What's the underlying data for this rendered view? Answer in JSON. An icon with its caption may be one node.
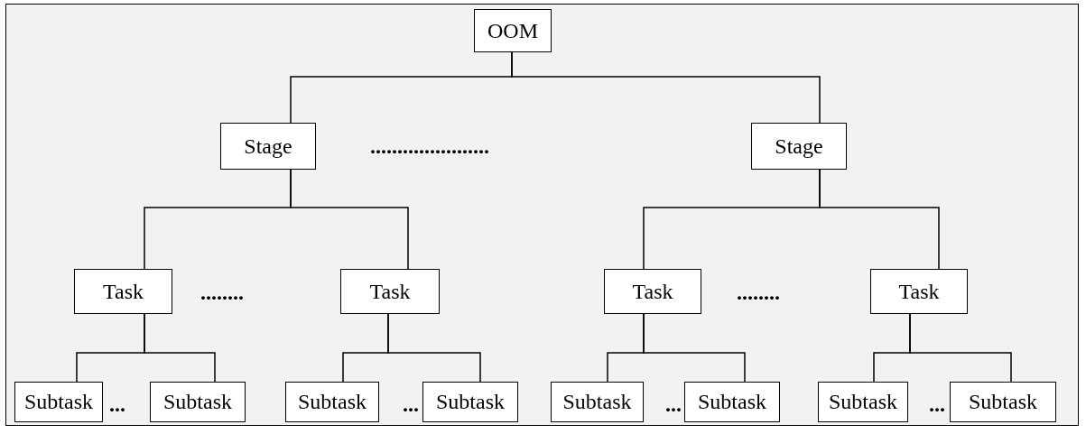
{
  "diagram": {
    "nodes": [
      {
        "text": [
          "OOM"
        ]
      },
      {
        "text": [
          "Stage"
        ]
      },
      {
        "text": [
          "Stage"
        ]
      },
      {
        "text": [
          "Task"
        ]
      },
      {
        "text": [
          "Task"
        ]
      },
      {
        "text": [
          "Task"
        ]
      },
      {
        "text": [
          "Task"
        ]
      },
      {
        "text": [
          "Subtask"
        ]
      },
      {
        "text": [
          "Subtask"
        ]
      },
      {
        "text": [
          "Subtask"
        ]
      },
      {
        "text": [
          "Subtask"
        ]
      },
      {
        "text": [
          "Subtask"
        ]
      },
      {
        "text": [
          "Subtask"
        ]
      },
      {
        "text": [
          "Subtask"
        ]
      },
      {
        "text": [
          "Subtask"
        ]
      }
    ],
    "edges": [
      {
        "from": 0,
        "to": 1,
        "arrow": "none"
      },
      {
        "from": 0,
        "to": 2,
        "arrow": "none"
      },
      {
        "from": 1,
        "to": 3,
        "arrow": "none"
      },
      {
        "from": 1,
        "to": 4,
        "arrow": "none"
      },
      {
        "from": 2,
        "to": 5,
        "arrow": "none"
      },
      {
        "from": 2,
        "to": 6,
        "arrow": "none"
      },
      {
        "from": 3,
        "to": 7,
        "arrow": "none"
      },
      {
        "from": 3,
        "to": 8,
        "arrow": "none"
      },
      {
        "from": 4,
        "to": 9,
        "arrow": "none"
      },
      {
        "from": 4,
        "to": 10,
        "arrow": "none"
      },
      {
        "from": 5,
        "to": 11,
        "arrow": "none"
      },
      {
        "from": 5,
        "to": 12,
        "arrow": "none"
      },
      {
        "from": 6,
        "to": 13,
        "arrow": "none"
      },
      {
        "from": 6,
        "to": 14,
        "arrow": "none"
      }
    ],
    "labels": [
      "......................",
      "........",
      "........",
      "...",
      "...",
      "...",
      "..."
    ]
  }
}
